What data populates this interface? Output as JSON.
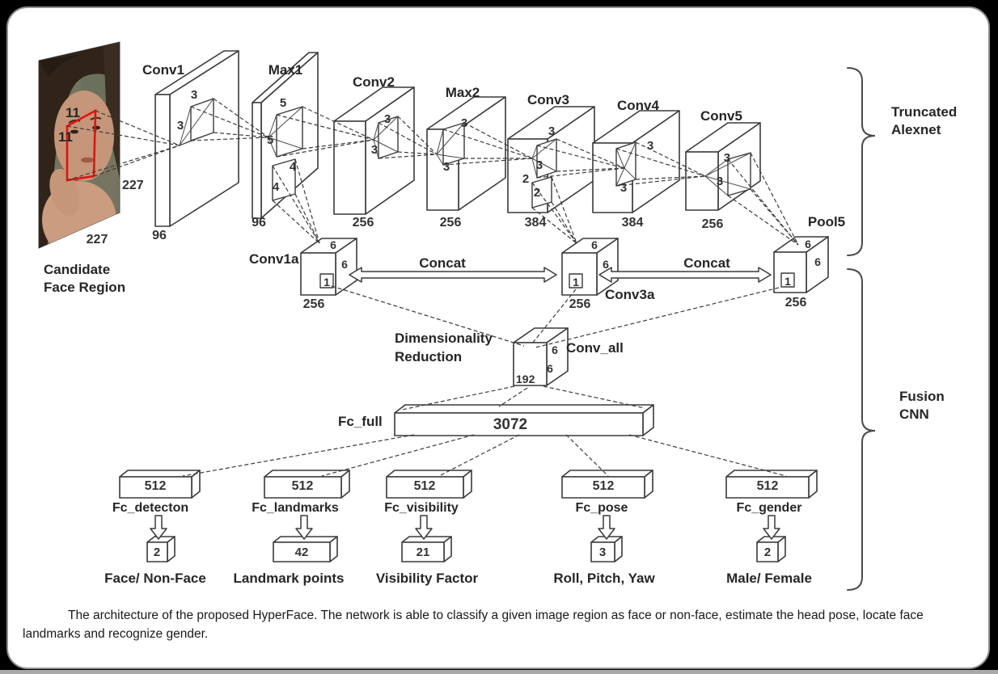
{
  "figure": {
    "input": {
      "kernel_h": "11",
      "kernel_w": "11",
      "size_h": "227",
      "size_w": "227",
      "caption_line1": "Candidate",
      "caption_line2": "Face Region"
    },
    "layers": {
      "conv1": {
        "name": "Conv1",
        "k_top": "3",
        "k_side": "3",
        "maps": "96"
      },
      "max1": {
        "name": "Max1",
        "k_top": "5",
        "k_side": "5",
        "k2_top": "4",
        "k2_side": "4",
        "maps": "96"
      },
      "conv2": {
        "name": "Conv2",
        "k_top": "3",
        "k_side": "3",
        "maps": "256"
      },
      "max2": {
        "name": "Max2",
        "k_top": "3",
        "k_side": "3",
        "maps": "256"
      },
      "conv3": {
        "name": "Conv3",
        "k_top": "3",
        "k_side": "3",
        "k2_top": "2",
        "k2_side": "2",
        "maps": "384"
      },
      "conv4": {
        "name": "Conv4",
        "k_top": "3",
        "k_side": "3",
        "maps": "384"
      },
      "conv5": {
        "name": "Conv5",
        "k_top": "3",
        "k_side": "3",
        "maps": "256"
      },
      "pool5": {
        "name": "Pool5",
        "w": "6",
        "h": "6",
        "k": "1",
        "maps": "256"
      },
      "conv1a": {
        "name": "Conv1a",
        "w": "6",
        "h": "6",
        "k": "1",
        "maps": "256"
      },
      "conv3a": {
        "name": "Conv3a",
        "w": "6",
        "h": "6",
        "k": "1",
        "maps": "256"
      },
      "conv_all": {
        "name": "Conv_all",
        "w": "6",
        "h": "6",
        "maps": "192"
      },
      "fc_full": {
        "name": "Fc_full",
        "units": "3072"
      }
    },
    "concat_left": "Concat",
    "concat_right": "Concat",
    "dim_reduction_line1": "Dimensionality",
    "dim_reduction_line2": "Reduction",
    "branches": [
      {
        "units": "512",
        "name": "Fc_detecton",
        "out": "2",
        "task": "Face/ Non-Face"
      },
      {
        "units": "512",
        "name": "Fc_landmarks",
        "out": "42",
        "task": "Landmark points"
      },
      {
        "units": "512",
        "name": "Fc_visibility",
        "out": "21",
        "task": "Visibility Factor"
      },
      {
        "units": "512",
        "name": "Fc_pose",
        "out": "3",
        "task": "Roll, Pitch, Yaw"
      },
      {
        "units": "512",
        "name": "Fc_gender",
        "out": "2",
        "task": "Male/ Female"
      }
    ],
    "groups": {
      "truncated_line1": "Truncated",
      "truncated_line2": "Alexnet",
      "fusion_line1": "Fusion",
      "fusion_line2": "CNN"
    },
    "caption": "The architecture of the proposed HyperFace. The network is able to classify a given image region as face or non-face, estimate the head pose, locate face landmarks and recognize gender.",
    "colors": {
      "highlight_box": "#e31212",
      "line": "#3c3c3c",
      "page_bg": "#000000",
      "card_bg": "#ffffff"
    }
  }
}
